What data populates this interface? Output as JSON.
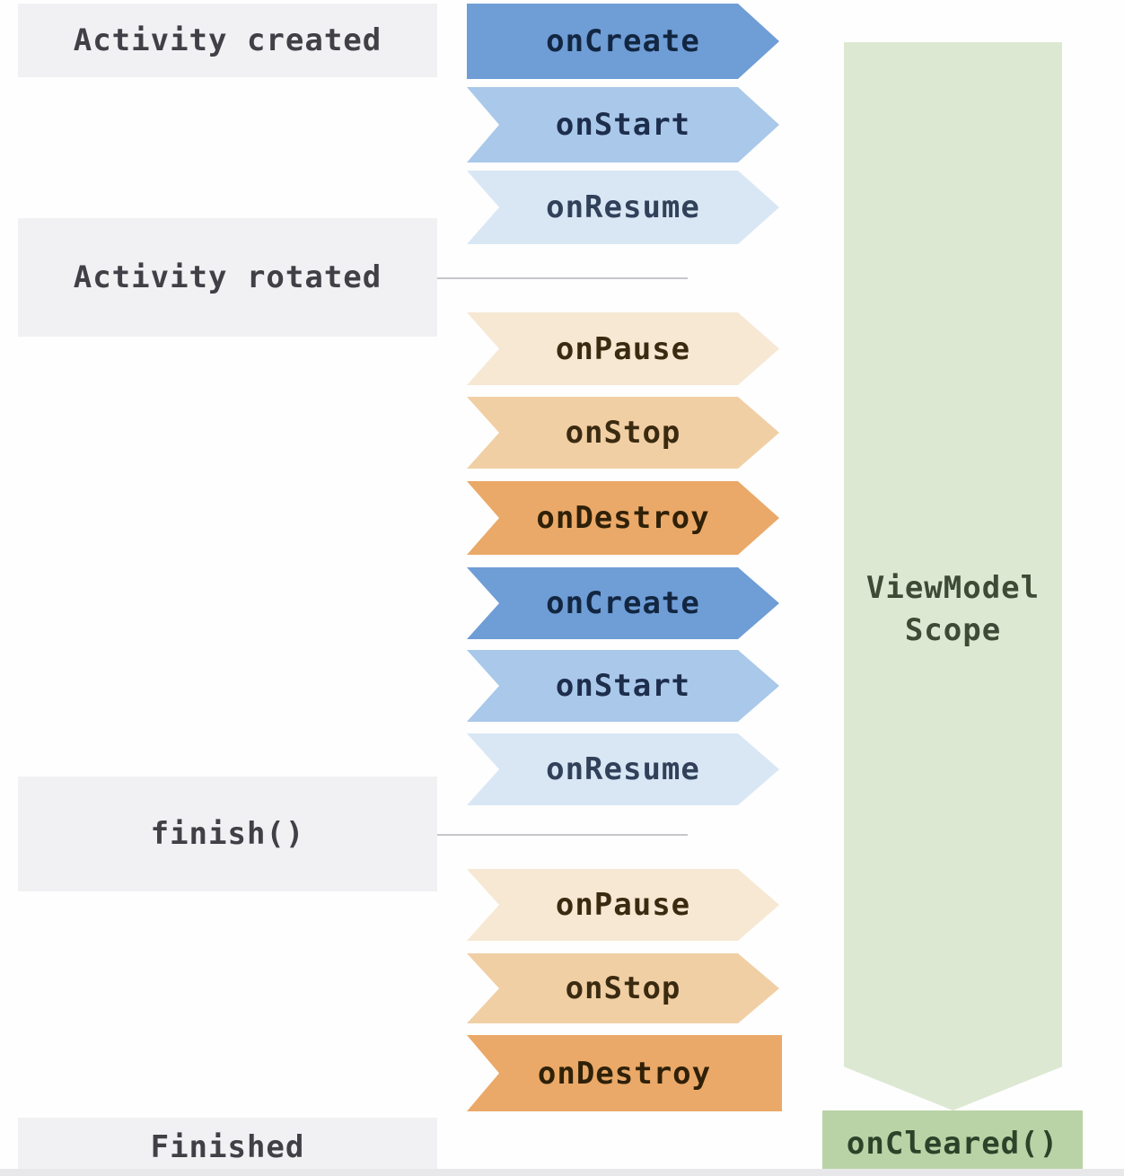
{
  "diagram": {
    "stages": [
      {
        "label": "Activity created"
      },
      {
        "label": "Activity rotated"
      },
      {
        "label": "finish()"
      },
      {
        "label": "Finished"
      }
    ],
    "arrows": [
      {
        "label": "onCreate",
        "color": "#6f9dd6",
        "group": "first-launch"
      },
      {
        "label": "onStart",
        "color": "#a9c8ea",
        "group": "first-launch"
      },
      {
        "label": "onResume",
        "color": "#d9e7f5",
        "group": "first-launch"
      },
      {
        "label": "onPause",
        "color": "#f6e8d3",
        "group": "rotation"
      },
      {
        "label": "onStop",
        "color": "#f1cfa4",
        "group": "rotation"
      },
      {
        "label": "onDestroy",
        "color": "#eaa968",
        "group": "rotation"
      },
      {
        "label": "onCreate",
        "color": "#6f9dd6",
        "group": "recreation"
      },
      {
        "label": "onStart",
        "color": "#a9c8ea",
        "group": "recreation"
      },
      {
        "label": "onResume",
        "color": "#d9e7f5",
        "group": "recreation"
      },
      {
        "label": "onPause",
        "color": "#f6e8d3",
        "group": "finish"
      },
      {
        "label": "onStop",
        "color": "#f1cfa4",
        "group": "finish"
      },
      {
        "label": "onDestroy",
        "color": "#eaa968",
        "group": "finish"
      }
    ],
    "viewmodel": {
      "scope_label": "ViewModel\nScope",
      "scope_color": "#dde8d3",
      "cleared_label": "onCleared()",
      "cleared_color": "#b9d3a6"
    },
    "colors": {
      "stage_box_bg": "#f1f1f3",
      "divider": "#c6c6cb",
      "background": "#fefefe"
    }
  }
}
